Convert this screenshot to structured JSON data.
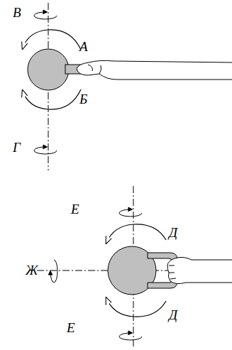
{
  "diagram": {
    "labels": [
      "В",
      "А",
      "Б",
      "Г",
      "Е",
      "Д",
      "Ж",
      "Е",
      "Д"
    ]
  }
}
